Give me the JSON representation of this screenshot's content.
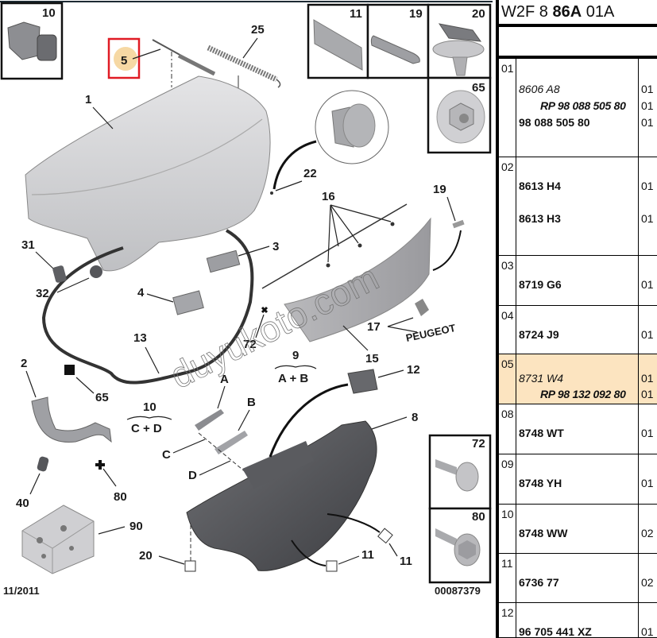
{
  "diagram": {
    "part_group_code": "00087379",
    "date": "11/2011",
    "watermark": "duyukoto.com",
    "highlighted_callout": "5",
    "callouts": [
      "1",
      "2",
      "3",
      "4",
      "5",
      "8",
      "9",
      "10",
      "11",
      "11",
      "12",
      "13",
      "15",
      "16",
      "17",
      "19",
      "20",
      "22",
      "25",
      "31",
      "32",
      "40",
      "65",
      "72",
      "80",
      "90",
      "A",
      "B",
      "C",
      "D"
    ],
    "inset_boxes": [
      "10",
      "11",
      "19",
      "20",
      "65",
      "72",
      "80"
    ],
    "groupings": [
      {
        "label": "9",
        "members": "A + B"
      },
      {
        "label": "10",
        "members": "C + D"
      }
    ],
    "emblem_text": "PEUGEOT"
  },
  "table": {
    "title_prefix": "W2F 8 ",
    "title_bold": "86A",
    "title_suffix": " 01A",
    "highlight_color": "#fce4c0",
    "rows": [
      {
        "index": "01",
        "lines": [
          {
            "ref": "8606 A8",
            "style": "italic",
            "qty": "01"
          },
          {
            "ref": "RP 98 088 505 80",
            "style": "rp",
            "qty": "01"
          },
          {
            "ref": "98 088 505 80",
            "style": "bold",
            "qty": "01"
          }
        ]
      },
      {
        "index": "02",
        "lines": [
          {
            "ref": "8613 H4",
            "style": "bold",
            "qty": "01"
          },
          {
            "ref": "8613 H3",
            "style": "bold",
            "qty": "01"
          }
        ]
      },
      {
        "index": "03",
        "lines": [
          {
            "ref": "8719 G6",
            "style": "bold",
            "qty": "01"
          }
        ]
      },
      {
        "index": "04",
        "lines": [
          {
            "ref": "8724 J9",
            "style": "bold",
            "qty": "01"
          }
        ]
      },
      {
        "index": "05",
        "highlighted": true,
        "lines": [
          {
            "ref": "8731 W4",
            "style": "italic",
            "qty": "01"
          },
          {
            "ref": "RP 98 132 092 80",
            "style": "rp",
            "qty": "01"
          }
        ]
      },
      {
        "index": "08",
        "lines": [
          {
            "ref": "8748 WT",
            "style": "bold",
            "qty": "01"
          }
        ]
      },
      {
        "index": "09",
        "lines": [
          {
            "ref": "8748 YH",
            "style": "bold",
            "qty": "01"
          }
        ]
      },
      {
        "index": "10",
        "lines": [
          {
            "ref": "8748 WW",
            "style": "bold",
            "qty": "02"
          }
        ]
      },
      {
        "index": "11",
        "lines": [
          {
            "ref": "6736 77",
            "style": "bold",
            "qty": "02"
          }
        ]
      },
      {
        "index": "12",
        "lines": [
          {
            "ref": "96 705 441 XZ",
            "style": "bold",
            "qty": "01"
          }
        ]
      }
    ]
  }
}
